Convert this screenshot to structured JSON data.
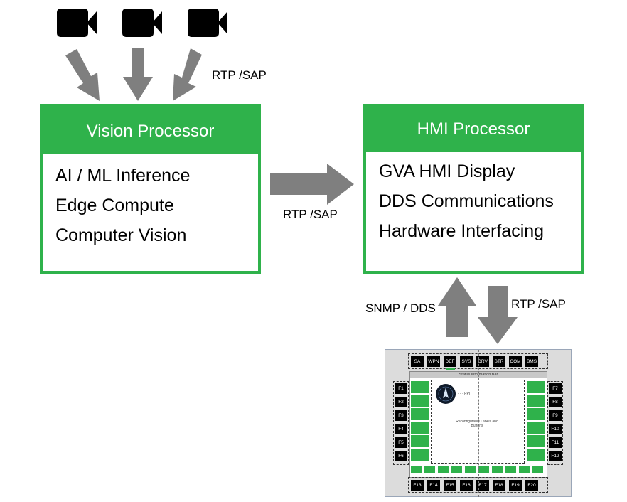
{
  "inputs": {
    "cameras": [
      "video-camera-icon",
      "video-camera-icon",
      "video-camera-icon"
    ],
    "protocol_label": "RTP /SAP"
  },
  "vision_processor": {
    "title": "Vision Processor",
    "items": [
      "AI / ML Inference",
      "Edge Compute",
      "Computer Vision"
    ]
  },
  "link_vision_to_hmi": {
    "label": "RTP /SAP"
  },
  "hmi_processor": {
    "title": "HMI Processor",
    "items": [
      "GVA HMI Display",
      "DDS Communications",
      "Hardware Interfacing"
    ]
  },
  "link_display_to_hmi": {
    "label": "SNMP / DDS"
  },
  "link_hmi_to_display": {
    "label": "RTP /SAP"
  },
  "display": {
    "top_keys": [
      "SA",
      "WPN",
      "DEF",
      "SYS",
      "DRV",
      "STR",
      "COM",
      "BMS"
    ],
    "status_bar": "Status Information Bar",
    "left_keys": [
      "F1",
      "F2",
      "F3",
      "F4",
      "F5",
      "F6"
    ],
    "right_keys": [
      "F7",
      "F8",
      "F9",
      "F10",
      "F11",
      "F12"
    ],
    "bottom_keys": [
      "F13",
      "F14",
      "F15",
      "F16",
      "F17",
      "F18",
      "F19",
      "F20"
    ],
    "ppi_label": "PPI",
    "center_label": "Reconfigurable Labels and Buttons"
  },
  "colors": {
    "accent": "#2fb24b",
    "arrow": "#7f7f7f",
    "key": "#000000"
  }
}
